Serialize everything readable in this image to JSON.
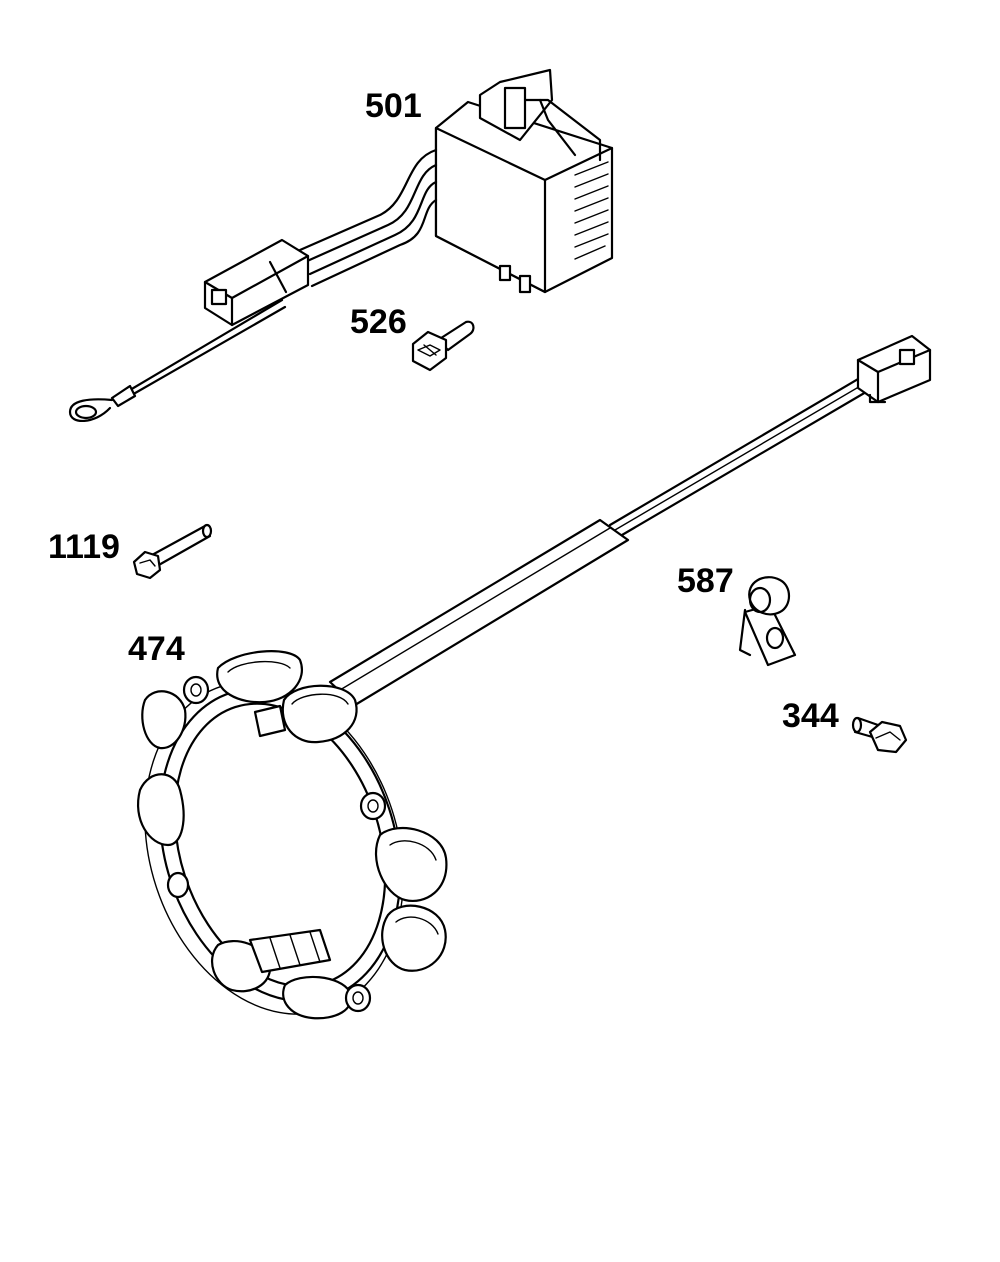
{
  "labels": {
    "p501": "501",
    "p526": "526",
    "p1119": "1119",
    "p587": "587",
    "p474": "474",
    "p344": "344"
  },
  "colors": {
    "line": "#000000",
    "background": "#ffffff",
    "shade": "#9a9a9a"
  }
}
